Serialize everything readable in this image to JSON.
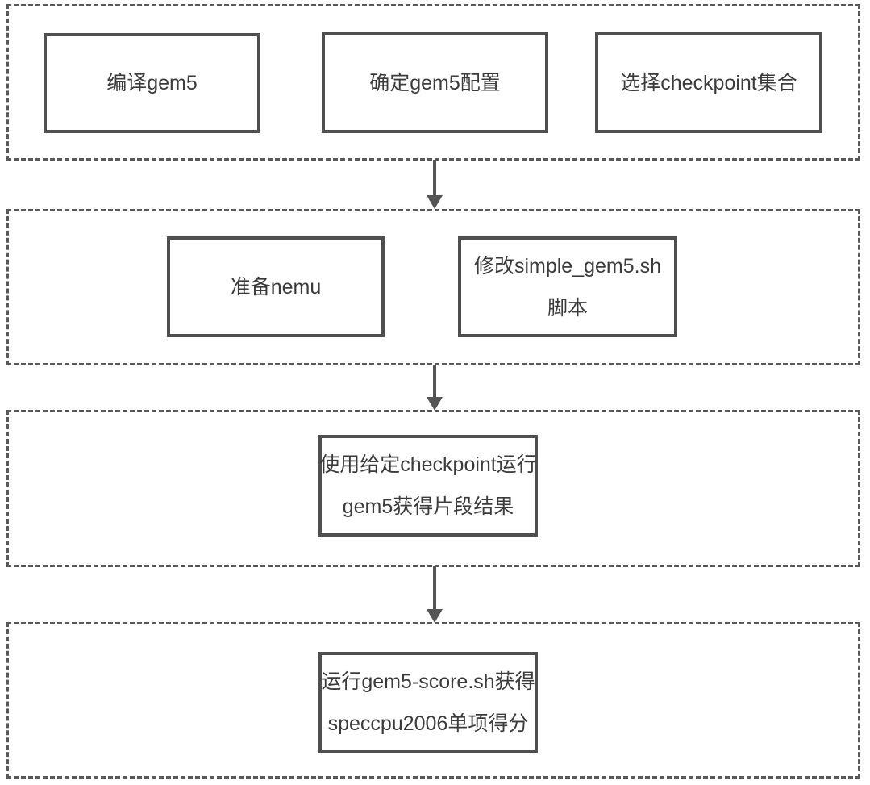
{
  "diagram": {
    "type": "flowchart",
    "colors": {
      "box_border": "#4f4f4f",
      "dashed_container_border": "#595959",
      "arrow": "#555555",
      "text": "#3b3b3b",
      "background": "#ffffff"
    },
    "stages": [
      {
        "name": "stage-setup",
        "boxes": [
          {
            "lines": [
              "编译gem5"
            ]
          },
          {
            "lines": [
              "确定gem5配置"
            ]
          },
          {
            "lines": [
              "选择checkpoint集合"
            ]
          }
        ]
      },
      {
        "name": "stage-prepare",
        "boxes": [
          {
            "lines": [
              "准备nemu"
            ]
          },
          {
            "lines": [
              "修改simple_gem5.sh",
              "脚本"
            ]
          }
        ]
      },
      {
        "name": "stage-run-fragments",
        "boxes": [
          {
            "lines": [
              "使用给定checkpoint运行",
              "gem5获得片段结果"
            ]
          }
        ]
      },
      {
        "name": "stage-score",
        "boxes": [
          {
            "lines": [
              "运行gem5-score.sh获得",
              "speccpu2006单项得分"
            ]
          }
        ]
      }
    ],
    "arrows": [
      {
        "name": "arrow-stage1-to-stage2",
        "direction": "down"
      },
      {
        "name": "arrow-stage2-to-stage3",
        "direction": "down"
      },
      {
        "name": "arrow-stage3-to-stage4",
        "direction": "down"
      }
    ]
  }
}
